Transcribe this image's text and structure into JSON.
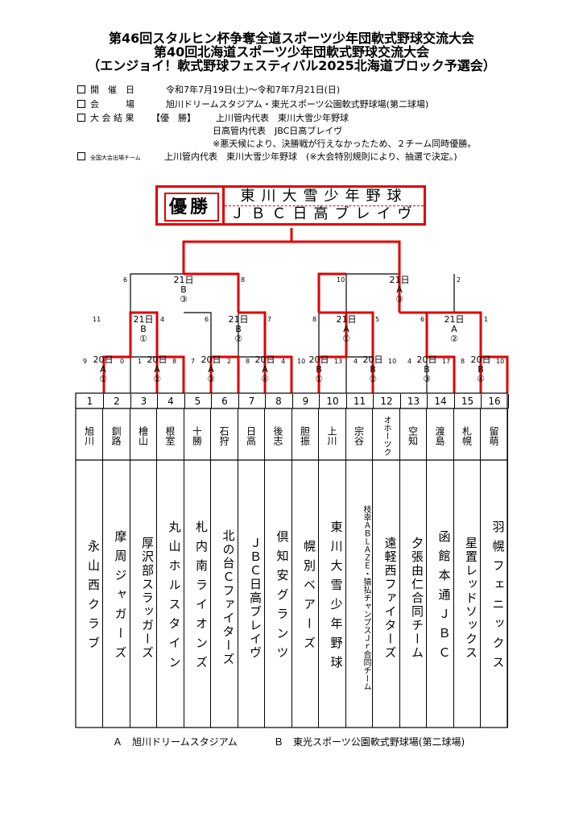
{
  "titles": [
    "第46回スタルヒン杯争奪全道スポーツ少年団軟式野球交流大会",
    "第40回北海道スポーツ少年団軟式野球交流大会",
    "（エンジョイ！軟式野球フェスティバル2025北海道ブロック予選会）"
  ],
  "info": {
    "dates_label": "開　催　日",
    "dates": "令和7年7月19日(土)～令和7年7月21日(日)",
    "venue_label": "会　　　場",
    "venue": "旭川ドリームスタジアム・東光スポーツ公園軟式野球場(第二球場)",
    "result_label": "大 会 結 果",
    "champion_label": "【優　勝】",
    "champion_1": "上川管内代表　東川大雪少年野球",
    "champion_2": "日高管内代表　JBC日高ブレイヴ",
    "note": "※悪天候により、決勝戦が行えなかったため、２チーム同時優勝。",
    "national_label": "全国大会出場チーム",
    "national": "上川管内代表　東川大雪少年野球　(※大会特別規則により、抽選で決定。)"
  },
  "champion": {
    "label": "優勝",
    "team1": "東川大雪少年野球",
    "team2": "ＪＢＣ日高ブレイヴ"
  },
  "colors": {
    "winner_line": "#e00000",
    "line": "#000000"
  },
  "matches": {
    "sf_left": {
      "day": "21日",
      "field": "B",
      "game": "③",
      "score_l": "6",
      "score_r": "8"
    },
    "sf_right": {
      "day": "21日",
      "field": "A",
      "game": "③",
      "score_l": "10",
      "score_r": "2"
    },
    "qf1": {
      "day": "21日",
      "field": "B",
      "game": "①",
      "score_l": "11",
      "score_r": "4"
    },
    "qf2": {
      "day": "21日",
      "field": "B",
      "game": "②",
      "score_l": "6",
      "score_r": "7"
    },
    "qf3": {
      "day": "21日",
      "field": "A",
      "game": "①",
      "score_l": "8",
      "score_r": "5"
    },
    "qf4": {
      "day": "21日",
      "field": "A",
      "game": "②",
      "score_l": "6",
      "score_r": "1"
    },
    "r1_1": {
      "day": "20日",
      "field": "A",
      "game": "①",
      "score_l": "9",
      "score_r": "0"
    },
    "r1_2": {
      "day": "20日",
      "field": "A",
      "game": "②",
      "score_l": "1",
      "score_r": "8"
    },
    "r1_3": {
      "day": "20日",
      "field": "A",
      "game": "③",
      "score_l": "7",
      "score_r": "2"
    },
    "r1_4": {
      "day": "20日",
      "field": "A",
      "game": "④",
      "score_l": "8",
      "score_r": "4"
    },
    "r1_5": {
      "day": "20日",
      "field": "B",
      "game": "①",
      "score_l": "10",
      "score_r": "13"
    },
    "r1_6": {
      "day": "20日",
      "field": "B",
      "game": "②",
      "score_l": "4",
      "score_r": "10"
    },
    "r1_7": {
      "day": "20日",
      "field": "B",
      "game": "③",
      "score_l": "4",
      "score_r": "17"
    },
    "r1_8": {
      "day": "20日",
      "field": "B",
      "game": "④",
      "score_l": "8",
      "score_r": "10"
    }
  },
  "teams": [
    {
      "no": "1",
      "pref": "旭川",
      "name": "永山西クラブ"
    },
    {
      "no": "2",
      "pref": "釧路",
      "name": "摩周ジャガーズ"
    },
    {
      "no": "3",
      "pref": "檜山",
      "name": "厚沢部スラッガーズ"
    },
    {
      "no": "4",
      "pref": "根室",
      "name": "丸山ホルスタイン"
    },
    {
      "no": "5",
      "pref": "十勝",
      "name": "札内南ライオンズ"
    },
    {
      "no": "6",
      "pref": "石狩",
      "name": "北の台Ｃファイターズ"
    },
    {
      "no": "7",
      "pref": "日高",
      "name": "ＪＢＣ日高ブレイヴ"
    },
    {
      "no": "8",
      "pref": "後志",
      "name": "倶知安グランツ"
    },
    {
      "no": "9",
      "pref": "胆振",
      "name": "幌別ベアーズ"
    },
    {
      "no": "10",
      "pref": "上川",
      "name": "東川大雪少年野球"
    },
    {
      "no": "11",
      "pref": "宗谷",
      "name": "枝幸ＡＢＬＡＺＥ・猿払チャンプスＪｒ合同チーム"
    },
    {
      "no": "12",
      "pref": "オホーツク",
      "name": "遠軽西ファイターズ"
    },
    {
      "no": "13",
      "pref": "空知",
      "name": "夕張由仁合同チーム"
    },
    {
      "no": "14",
      "pref": "渡島",
      "name": "函館本通ＪＢＣ"
    },
    {
      "no": "15",
      "pref": "札幌",
      "name": "星置レッドソックス"
    },
    {
      "no": "16",
      "pref": "留萌",
      "name": "羽幌フェニックス"
    }
  ],
  "legend": {
    "a": "Ａ　旭川ドリームスタジアム",
    "b": "Ｂ　東光スポーツ公園軟式野球場(第二球場)"
  }
}
